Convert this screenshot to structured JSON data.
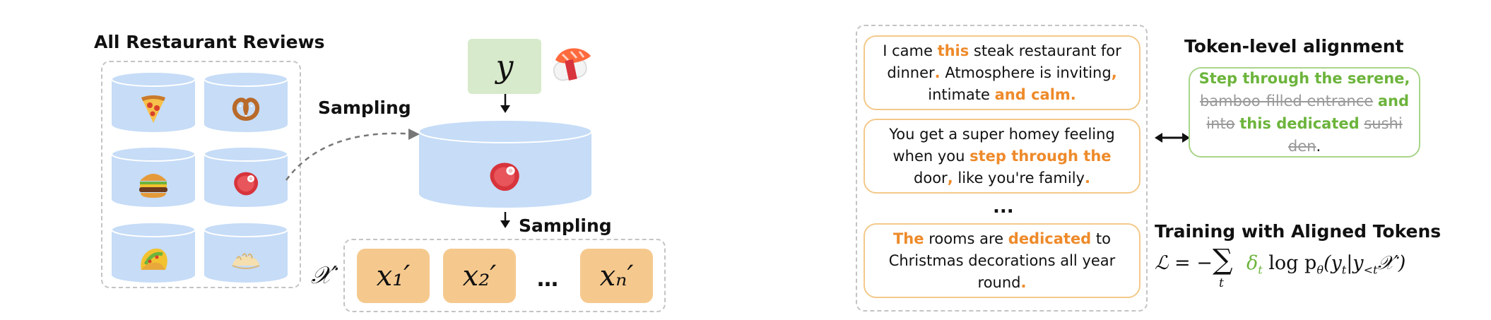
{
  "left": {
    "all_reviews_title": "All Restaurant Reviews",
    "sampling_label_1": "Sampling",
    "sampling_label_2": "Sampling",
    "y_label": "y",
    "xprime_label": "𝒳′",
    "x_boxes": [
      "x₁′",
      "x₂′",
      "…",
      "xₙ′"
    ],
    "db_icons": [
      "pizza-icon",
      "pretzel-icon",
      "burger-icon",
      "steak-icon",
      "taco-icon",
      "dumpling-icon"
    ],
    "sampled_db_icon": "steak-icon",
    "y_icon": "sushi-icon"
  },
  "right": {
    "reviews": [
      [
        {
          "t": "I came ",
          "h": false
        },
        {
          "t": "this",
          "h": true
        },
        {
          "t": " steak restaurant for dinner",
          "h": false
        },
        {
          "t": ".",
          "h": true
        },
        {
          "t": " Atmosphere is inviting",
          "h": false
        },
        {
          "t": ",",
          "h": true
        },
        {
          "t": " intimate ",
          "h": false
        },
        {
          "t": "and calm.",
          "h": true
        }
      ],
      [
        {
          "t": "You get a super homey feeling when you ",
          "h": false
        },
        {
          "t": "step through the",
          "h": true
        },
        {
          "t": " door",
          "h": false
        },
        {
          "t": ",",
          "h": true
        },
        {
          "t": " like you're family",
          "h": false
        },
        {
          "t": ".",
          "h": true
        }
      ],
      [
        {
          "t": "The",
          "h": true
        },
        {
          "t": " rooms are ",
          "h": false
        },
        {
          "t": "dedicated",
          "h": true
        },
        {
          "t": " to Christmas decorations all year round",
          "h": false
        },
        {
          "t": ".",
          "h": true
        }
      ]
    ],
    "ellipsis": "...",
    "token_alignment_title": "Token-level alignment",
    "alignment_text": {
      "p1": "Step through the serene,",
      "p2": "bamboo-filled entrance",
      "p3": "and",
      "p4": "into",
      "p5": "this dedicated",
      "p6": "sushi den",
      "p7": "."
    },
    "training_title": "Training with Aligned Tokens",
    "loss": {
      "lhs": "ℒ = −",
      "sum": "∑",
      "sub": "t",
      "delta": "δ",
      "delta_sub": "t",
      "rest": " log p",
      "theta": "θ",
      "args_open": "(y",
      "args_t": "t",
      "args_mid": "|y",
      "args_lt": "<t",
      "args_close": "𝒳′)"
    },
    "colors": {
      "orange": "#ee8a2a",
      "green": "#6cb43c",
      "blue": "#c6dcf7",
      "gold": "#f5c98e"
    }
  }
}
